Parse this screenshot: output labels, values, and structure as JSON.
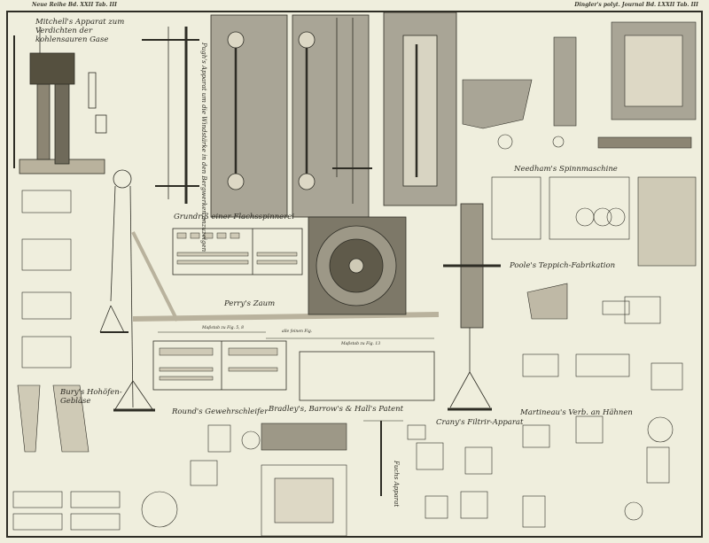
{
  "header": {
    "left": "Neue Reihe Bd. XXII Tab. III",
    "right": "Dingler's polyt. Journal Bd. LXXII Tab. III"
  },
  "captions": {
    "mitchell": "Mitchell's Apparat zum Verdichten der kohlensauren Gase",
    "pugh": "Pugh's Apparat um die Windstärke in den Bergwerken anzuzeigen",
    "flachs": "Grundriß einer Flachsspinnerei",
    "perry": "Perry's Zaum",
    "needham": "Needham's Spinnmaschine",
    "poole": "Poole's Teppich-Fabrikation",
    "bury": "Bury's Hohöfen-Gebläse",
    "round": "Round's Gewehrschleifer",
    "bradley": "Bradley's, Barrow's & Hall's Patent",
    "fuchs": "Fuchs Apparat",
    "crany": "Crany's Filtrir-Apparat",
    "martineau": "Martineau's Verb. an Hähnen"
  },
  "scales": {
    "scale_a": "Maßstab zu Fig. 5, 8",
    "scale_b": "Maßstab zu Fig. 13",
    "scale_c": "alle feinen Fig."
  },
  "colors": {
    "paper": "#efeedd",
    "ink": "#2b2a22",
    "plate_grey": "#a9a596"
  }
}
